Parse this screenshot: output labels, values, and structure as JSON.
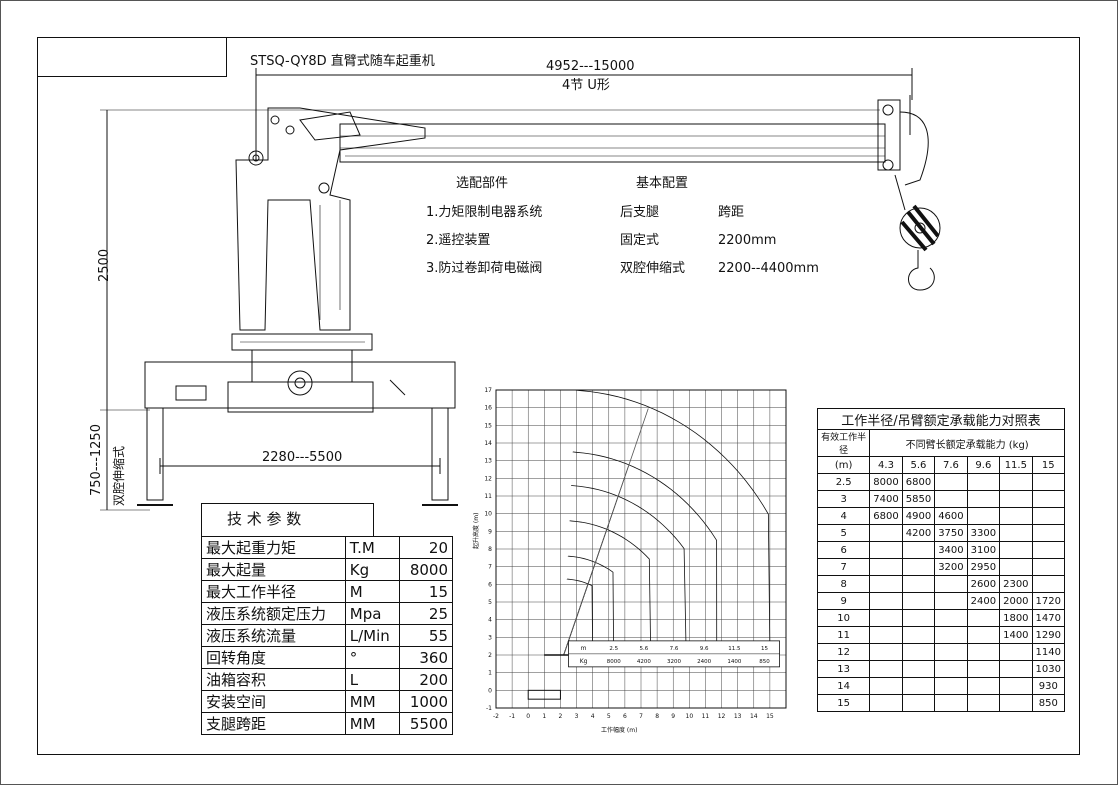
{
  "title": "STSQ-QY8D 直臂式随车起重机",
  "dimensions": {
    "boom_length": "4952---15000",
    "boom_section": "4节 U形",
    "height": "2500",
    "leg_height": "750---1250",
    "leg_note": "双腔伸缩式",
    "outrigger_span": "2280---5500"
  },
  "options": {
    "heading": "选配部件",
    "items": [
      "1.力矩限制电器系统",
      "2.遥控装置",
      "3.防过卷卸荷电磁阀"
    ]
  },
  "basic_config": {
    "heading": "基本配置",
    "rows": [
      {
        "name": "后支腿",
        "value": "跨距"
      },
      {
        "name": "固定式",
        "value": "2200mm"
      },
      {
        "name": "双腔伸缩式",
        "value": "2200--4400mm"
      }
    ]
  },
  "specs": {
    "heading": "技 术 参 数",
    "rows": [
      {
        "name": "最大起重力矩",
        "unit": "T.M",
        "value": "20"
      },
      {
        "name": "最大起量",
        "unit": "Kg",
        "value": "8000"
      },
      {
        "name": "最大工作半径",
        "unit": "M",
        "value": "15"
      },
      {
        "name": "液压系统额定压力",
        "unit": "Mpa",
        "value": "25"
      },
      {
        "name": "液压系统流量",
        "unit": "L/Min",
        "value": "55"
      },
      {
        "name": "回转角度",
        "unit": "°",
        "value": "360"
      },
      {
        "name": "油箱容积",
        "unit": "L",
        "value": "200"
      },
      {
        "name": "安装空间",
        "unit": "MM",
        "value": "1000"
      },
      {
        "name": "支腿跨距",
        "unit": "MM",
        "value": "5500"
      }
    ]
  },
  "load_table": {
    "title": "工作半径/吊臂额定承载能力对照表",
    "col1_header": "有效工作半径",
    "span_header": "不同臂长额定承载能力 (kg)",
    "unit_row": [
      "(m)",
      "4.3",
      "5.6",
      "7.6",
      "9.6",
      "11.5",
      "15"
    ],
    "rows": [
      [
        "2.5",
        "8000",
        "6800",
        "",
        "",
        "",
        ""
      ],
      [
        "3",
        "7400",
        "5850",
        "",
        "",
        "",
        ""
      ],
      [
        "4",
        "6800",
        "4900",
        "4600",
        "",
        "",
        ""
      ],
      [
        "5",
        "",
        "4200",
        "3750",
        "3300",
        "",
        ""
      ],
      [
        "6",
        "",
        "",
        "3400",
        "3100",
        "",
        ""
      ],
      [
        "7",
        "",
        "",
        "3200",
        "2950",
        "",
        ""
      ],
      [
        "8",
        "",
        "",
        "",
        "2600",
        "2300",
        ""
      ],
      [
        "9",
        "",
        "",
        "",
        "2400",
        "2000",
        "1720"
      ],
      [
        "10",
        "",
        "",
        "",
        "",
        "1800",
        "1470"
      ],
      [
        "11",
        "",
        "",
        "",
        "",
        "1400",
        "1290"
      ],
      [
        "12",
        "",
        "",
        "",
        "",
        "",
        "1140"
      ],
      [
        "13",
        "",
        "",
        "",
        "",
        "",
        "1030"
      ],
      [
        "14",
        "",
        "",
        "",
        "",
        "",
        "930"
      ],
      [
        "15",
        "",
        "",
        "",
        "",
        "",
        "850"
      ]
    ]
  },
  "chart_data": {
    "type": "line",
    "ylabel": "起升高度 (m)",
    "xlabel": "工作幅度 (m)",
    "xlim": [
      -2,
      16
    ],
    "ylim": [
      -1,
      17
    ],
    "x_ticks": [
      "-2",
      "-1",
      "0",
      "1",
      "2",
      "3",
      "4",
      "5",
      "6",
      "7",
      "8",
      "9",
      "10",
      "11",
      "12",
      "13",
      "14",
      "15"
    ],
    "y_ticks": [
      "-1",
      "0",
      "1",
      "2",
      "3",
      "4",
      "5",
      "6",
      "7",
      "8",
      "9",
      "10",
      "11",
      "12",
      "13",
      "14",
      "15",
      "16",
      "17"
    ],
    "arcs": [
      {
        "radius": 4.3,
        "end_x": 4.0
      },
      {
        "radius": 5.6,
        "end_x": 5.3
      },
      {
        "radius": 7.6,
        "end_x": 7.6
      },
      {
        "radius": 9.6,
        "end_x": 9.8
      },
      {
        "radius": 11.5,
        "end_x": 11.7
      },
      {
        "radius": 15,
        "end_x": 15
      }
    ],
    "inset": {
      "row1_label": "m",
      "row1": [
        "2.5",
        "5.6",
        "7.6",
        "9.6",
        "11.5",
        "15"
      ],
      "row2_label": "Kg",
      "row2": [
        "8000",
        "4200",
        "3200",
        "2400",
        "1400",
        "850"
      ]
    }
  }
}
